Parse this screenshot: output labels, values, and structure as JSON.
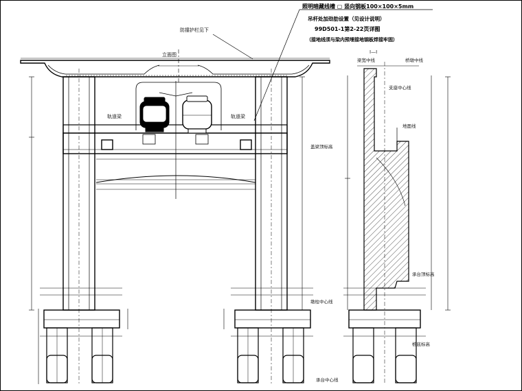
{
  "diagram": {
    "section_label_left": "立面图",
    "section_label_right": "Ⅰ—Ⅰ",
    "note_line1": "照明暗藏线槽 ▢ 竖向钢板100×100×5mm",
    "note_line2": "吊杆处加劲肋设置（见设计说明）",
    "note_line3": "99D501-1第2-22页详图",
    "note_line4": "（接地线须与梁内预埋接地钢板焊接牢固）",
    "top_callout": "防撞护栏见下",
    "left_rail_label": "轨道梁",
    "right_rail_label": "轨道梁",
    "pier_label_1": "墩柱中心线",
    "pier_label_2": "承台中心线",
    "right_top_1": "梁宽中线",
    "right_top_2": "桥墩中线",
    "right_mid_label": "支座中心线",
    "right_bottom_1": "承台顶标高",
    "right_bottom_2": "桩底标高",
    "side_label_top": "盖梁顶标高",
    "side_label_mid": "地面线"
  }
}
